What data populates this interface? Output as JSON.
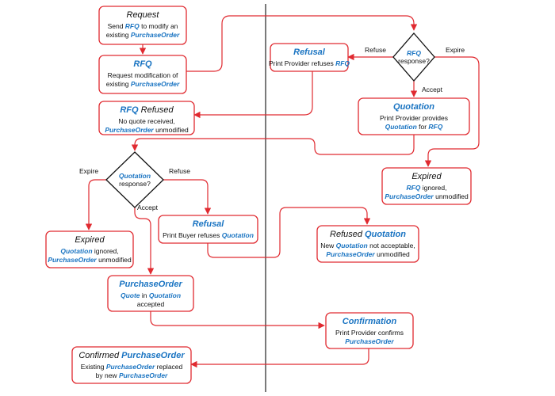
{
  "colors": {
    "line": "#e02a30",
    "box_border": "#e02a30",
    "keyword": "#1a74c2",
    "divider": "#222222"
  },
  "nodes": {
    "request": {
      "title": [
        {
          "t": "Request"
        }
      ],
      "body": [
        [
          {
            "t": "Send "
          },
          {
            "t": "RFQ",
            "k": 1
          },
          {
            "t": " to modify an"
          }
        ],
        [
          {
            "t": "existing "
          },
          {
            "t": "PurchaseOrder",
            "k": 1
          }
        ]
      ]
    },
    "rfq": {
      "title": [
        {
          "t": "RFQ",
          "k": 1
        }
      ],
      "body": [
        [
          {
            "t": "Request modification of"
          }
        ],
        [
          {
            "t": "existing "
          },
          {
            "t": "PurchaseOrder",
            "k": 1
          }
        ]
      ]
    },
    "rfq_refused": {
      "title": [
        {
          "t": "RFQ",
          "k": 1
        },
        {
          "t": " Refused"
        }
      ],
      "body": [
        [
          {
            "t": "No quote received,"
          }
        ],
        [
          {
            "t": "PurchaseOrder",
            "k": 1
          },
          {
            "t": " unmodified"
          }
        ]
      ]
    },
    "refusal_right": {
      "title": [
        {
          "t": "Refusal",
          "k": 1
        }
      ],
      "body": [
        [
          {
            "t": "Print Provider refuses "
          },
          {
            "t": "RFQ",
            "k": 1
          }
        ]
      ]
    },
    "quotation": {
      "title": [
        {
          "t": "Quotation",
          "k": 1
        }
      ],
      "body": [
        [
          {
            "t": "Print Provider provides"
          }
        ],
        [
          {
            "t": "Quotation",
            "k": 1
          },
          {
            "t": " for "
          },
          {
            "t": "RFQ",
            "k": 1
          }
        ]
      ]
    },
    "expired_right": {
      "title": [
        {
          "t": "Expired"
        }
      ],
      "body": [
        [
          {
            "t": "RFQ",
            "k": 1
          },
          {
            "t": " ignored,"
          }
        ],
        [
          {
            "t": "PurchaseOrder",
            "k": 1
          },
          {
            "t": " unmodified"
          }
        ]
      ]
    },
    "refusal_left": {
      "title": [
        {
          "t": "Refusal",
          "k": 1
        }
      ],
      "body": [
        [
          {
            "t": "Print Buyer refuses "
          },
          {
            "t": "Quotation",
            "k": 1
          }
        ]
      ]
    },
    "expired_left": {
      "title": [
        {
          "t": "Expired"
        }
      ],
      "body": [
        [
          {
            "t": "Quotation",
            "k": 1
          },
          {
            "t": " ignored,"
          }
        ],
        [
          {
            "t": "PurchaseOrder",
            "k": 1
          },
          {
            "t": " unmodified"
          }
        ]
      ]
    },
    "refused_quotation": {
      "title": [
        {
          "t": "Refused "
        },
        {
          "t": "Quotation",
          "k": 1
        }
      ],
      "body": [
        [
          {
            "t": "New "
          },
          {
            "t": "Quotation",
            "k": 1
          },
          {
            "t": " not acceptable,"
          }
        ],
        [
          {
            "t": "PurchaseOrder",
            "k": 1
          },
          {
            "t": " unmodified"
          }
        ]
      ]
    },
    "purchase_order": {
      "title": [
        {
          "t": "PurchaseOrder",
          "k": 1
        }
      ],
      "body": [
        [
          {
            "t": "Quote",
            "k": 1
          },
          {
            "t": " in "
          },
          {
            "t": "Quotation",
            "k": 1
          }
        ],
        [
          {
            "t": "accepted"
          }
        ]
      ]
    },
    "confirmation": {
      "title": [
        {
          "t": "Confirmation",
          "k": 1
        }
      ],
      "body": [
        [
          {
            "t": "Print Provider confirms"
          }
        ],
        [
          {
            "t": "PurchaseOrder",
            "k": 1
          }
        ]
      ]
    },
    "confirmed_po": {
      "title": [
        {
          "t": "Confirmed "
        },
        {
          "t": "PurchaseOrder",
          "k": 1
        }
      ],
      "body": [
        [
          {
            "t": "Existing "
          },
          {
            "t": "PurchaseOrder",
            "k": 1
          },
          {
            "t": " replaced"
          }
        ],
        [
          {
            "t": "by new "
          },
          {
            "t": "PurchaseOrder",
            "k": 1
          }
        ]
      ]
    }
  },
  "decisions": {
    "rfq_response": [
      [
        {
          "t": "RFQ",
          "k": 1
        }
      ],
      [
        {
          "t": "response?"
        }
      ]
    ],
    "quotation_response": [
      [
        {
          "t": "Quotation",
          "k": 1
        }
      ],
      [
        {
          "t": "response?"
        }
      ]
    ]
  },
  "edge_labels": {
    "rfq_refuse": "Refuse",
    "rfq_expire": "Expire",
    "rfq_accept": "Accept",
    "quote_expire": "Expire",
    "quote_refuse": "Refuse",
    "quote_accept": "Accept"
  }
}
